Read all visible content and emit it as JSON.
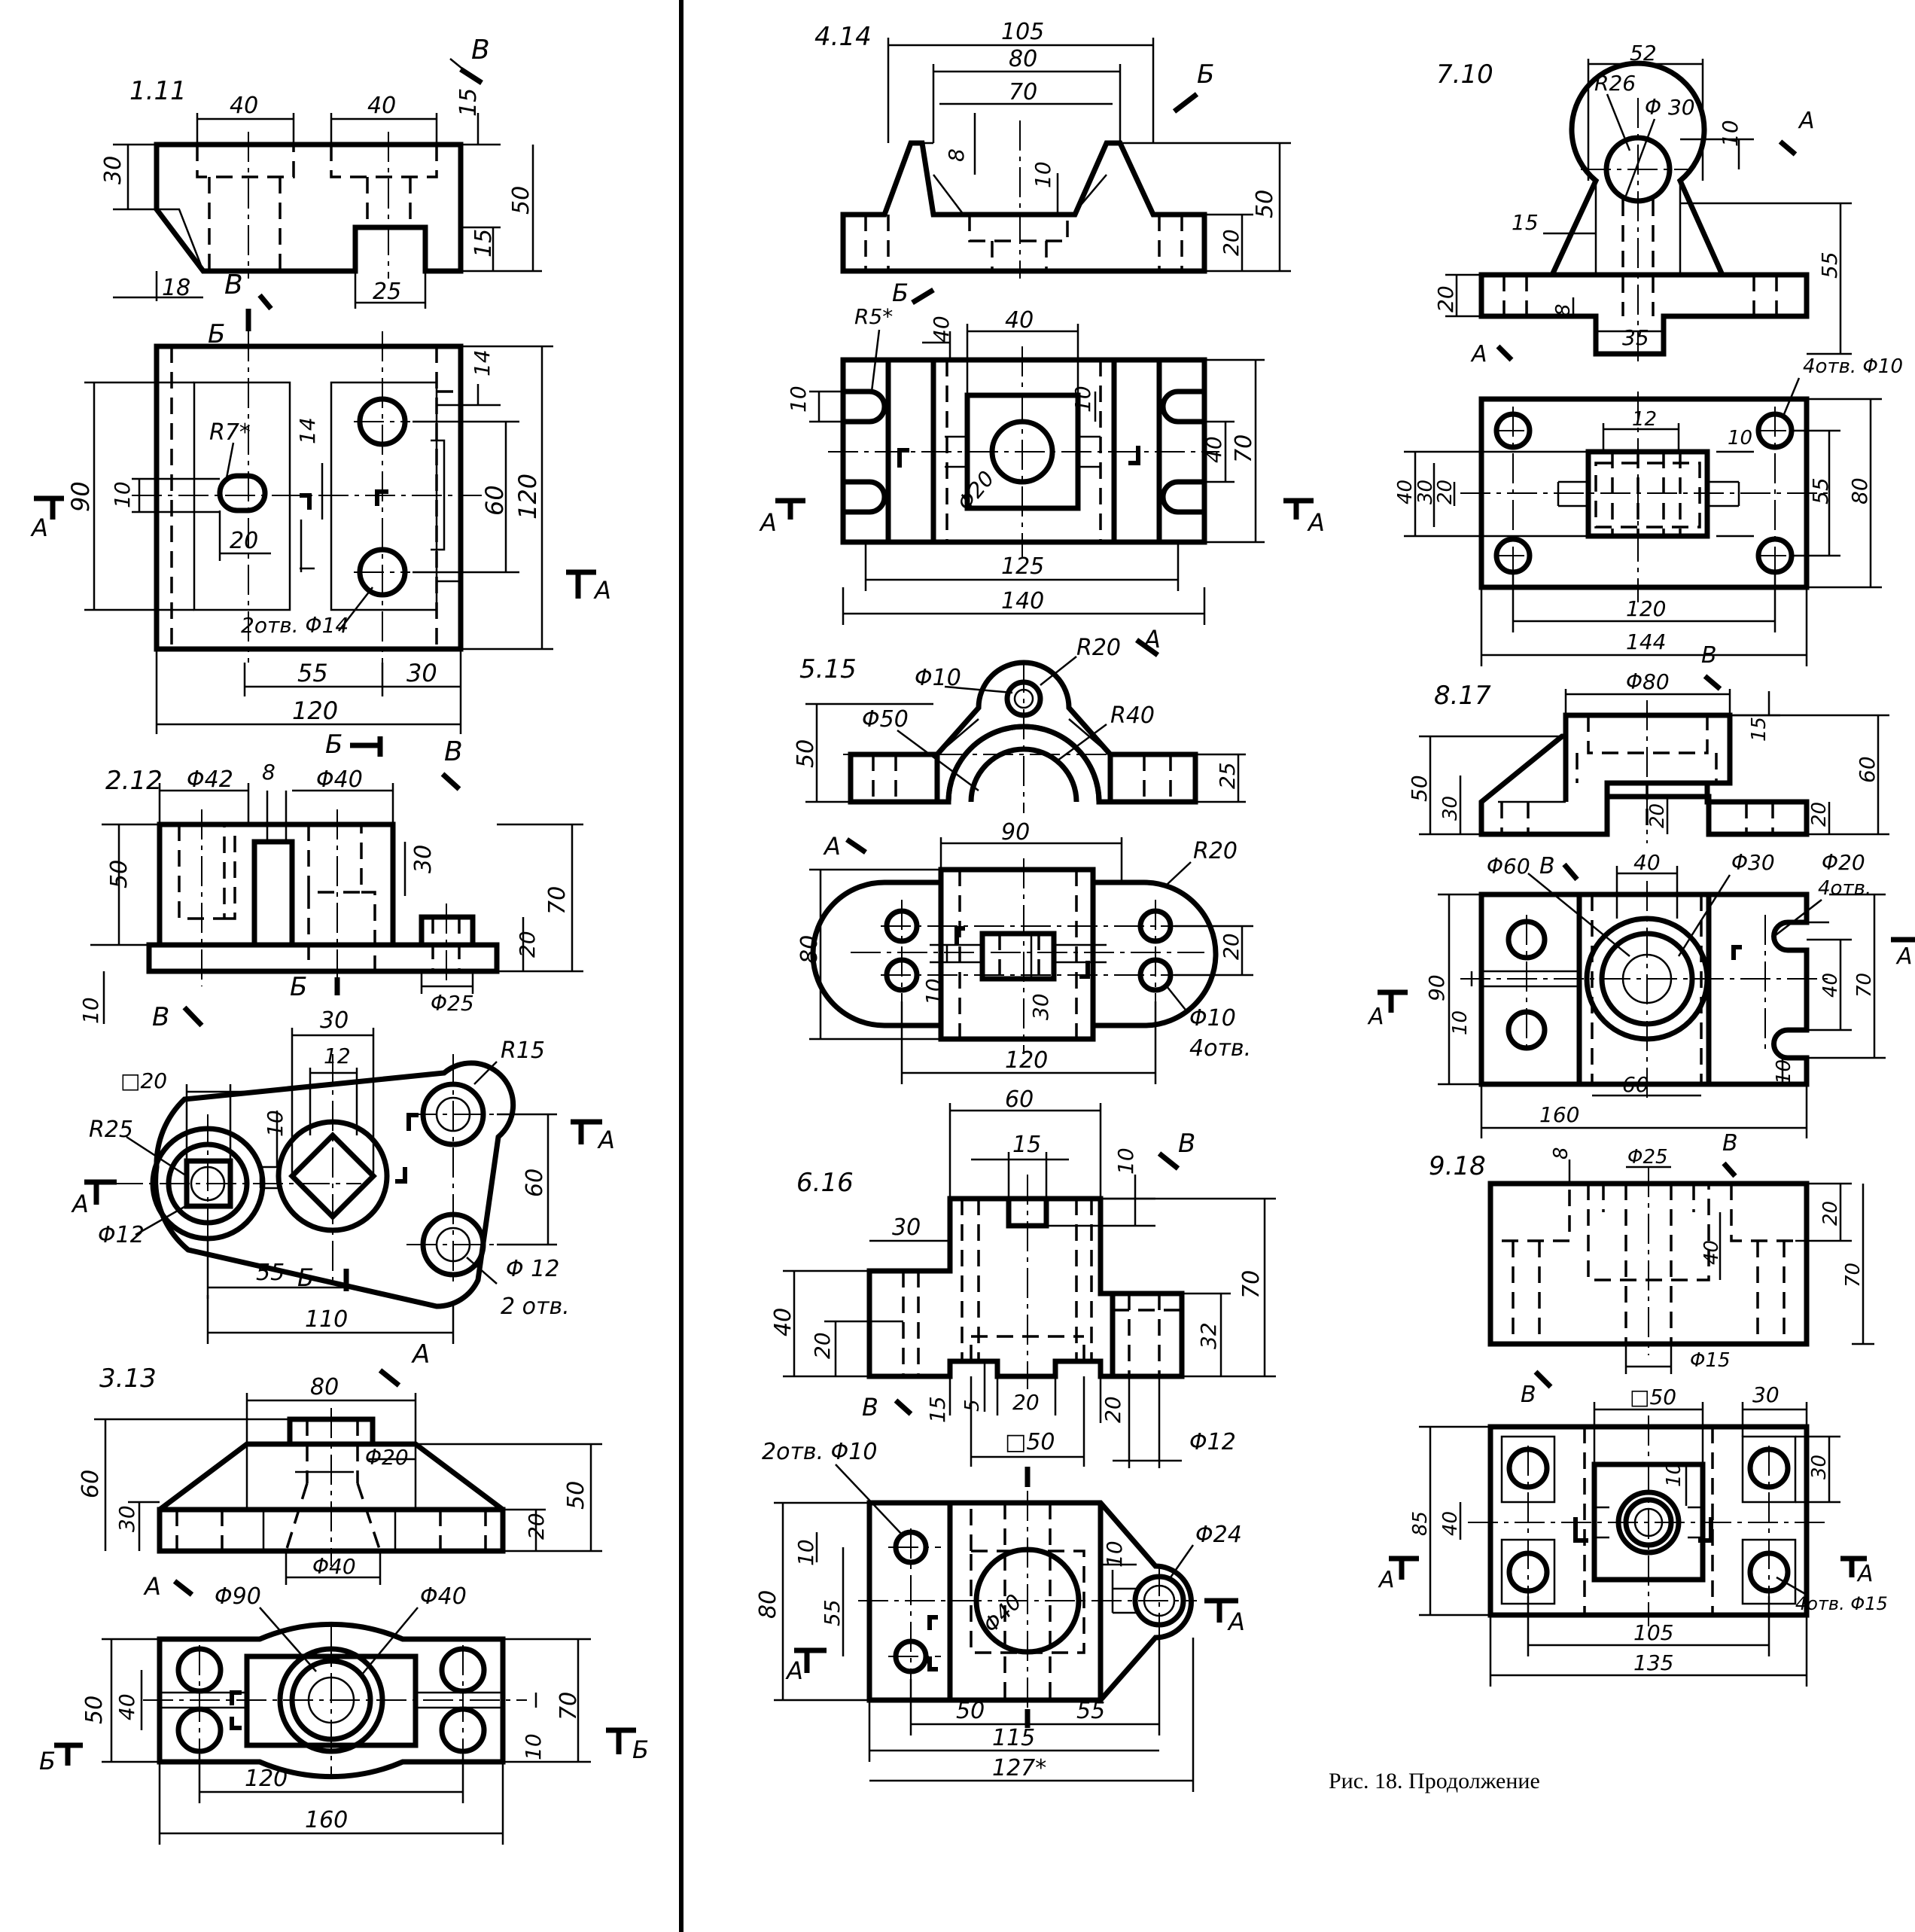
{
  "caption": "Рис. 18. Продолжение",
  "sections": {
    "b_arrow": "Б",
    "v_arrow": "В",
    "a_arrow": "А"
  },
  "drawings": [
    {
      "id": "1.11",
      "dims_front": [
        "40",
        "40",
        "15",
        "30",
        "50",
        "15",
        "18",
        "25"
      ],
      "dims_plan": [
        "14",
        "R7*",
        "10",
        "14",
        "90",
        "60",
        "120",
        "20",
        "2отв. Φ14",
        "55",
        "30",
        "120"
      ]
    },
    {
      "id": "2.12",
      "dims_front": [
        "Φ42",
        "8",
        "Φ40",
        "50",
        "30",
        "70",
        "20",
        "10",
        "Φ25"
      ],
      "dims_plan": [
        "30",
        "12",
        "□20",
        "R15",
        "R25",
        "10",
        "60",
        "Φ12",
        "55",
        "Φ 12",
        "2 отв.",
        "110"
      ]
    },
    {
      "id": "3.13",
      "dims_front": [
        "80",
        "Φ20",
        "60",
        "30",
        "50",
        "20",
        "Φ40"
      ],
      "dims_plan": [
        "Φ90",
        "Φ40",
        "50",
        "40",
        "70",
        "10",
        "120",
        "160"
      ]
    },
    {
      "id": "4.14",
      "dims_front": [
        "105",
        "80",
        "70",
        "8",
        "10",
        "50",
        "20"
      ],
      "dims_plan": [
        "R5*",
        "40",
        "40",
        "10",
        "10",
        "40",
        "70",
        "Φ20",
        "125",
        "140"
      ]
    },
    {
      "id": "5.15",
      "dims_front": [
        "Φ10",
        "R20",
        "Φ50",
        "R40",
        "50",
        "25"
      ],
      "dims_plan": [
        "90",
        "R20",
        "80",
        "20",
        "10",
        "30",
        "Φ10",
        "4отв.",
        "120"
      ]
    },
    {
      "id": "6.16",
      "dims_front": [
        "60",
        "15",
        "10",
        "30",
        "70",
        "40",
        "20",
        "32",
        "15",
        "5",
        "20",
        "□50",
        "20",
        "Φ12"
      ],
      "dims_plan": [
        "2отв. Φ10",
        "Φ24",
        "10",
        "10",
        "80",
        "55",
        "Φ40",
        "50",
        "55",
        "115",
        "127*"
      ]
    },
    {
      "id": "7.10",
      "dims_front": [
        "52",
        "R26",
        "Φ 30",
        "10",
        "15",
        "55",
        "20",
        "8",
        "35"
      ],
      "dims_plan": [
        "4отв. Φ10",
        "12",
        "10",
        "40",
        "30",
        "20",
        "55",
        "80",
        "120",
        "144"
      ]
    },
    {
      "id": "8.17",
      "dims_front": [
        "Φ80",
        "15",
        "50",
        "30",
        "60",
        "20",
        "20"
      ],
      "dims_plan": [
        "Φ60",
        "40",
        "Φ30",
        "Φ20",
        "4отв.",
        "90",
        "10",
        "40",
        "70",
        "10",
        "60",
        "160"
      ]
    },
    {
      "id": "9.18",
      "dims_front": [
        "8",
        "Φ25",
        "20",
        "40",
        "70",
        "Φ15"
      ],
      "dims_plan": [
        "□50",
        "30",
        "10",
        "30",
        "85",
        "40",
        "4отв. Φ15",
        "105",
        "135"
      ]
    }
  ]
}
